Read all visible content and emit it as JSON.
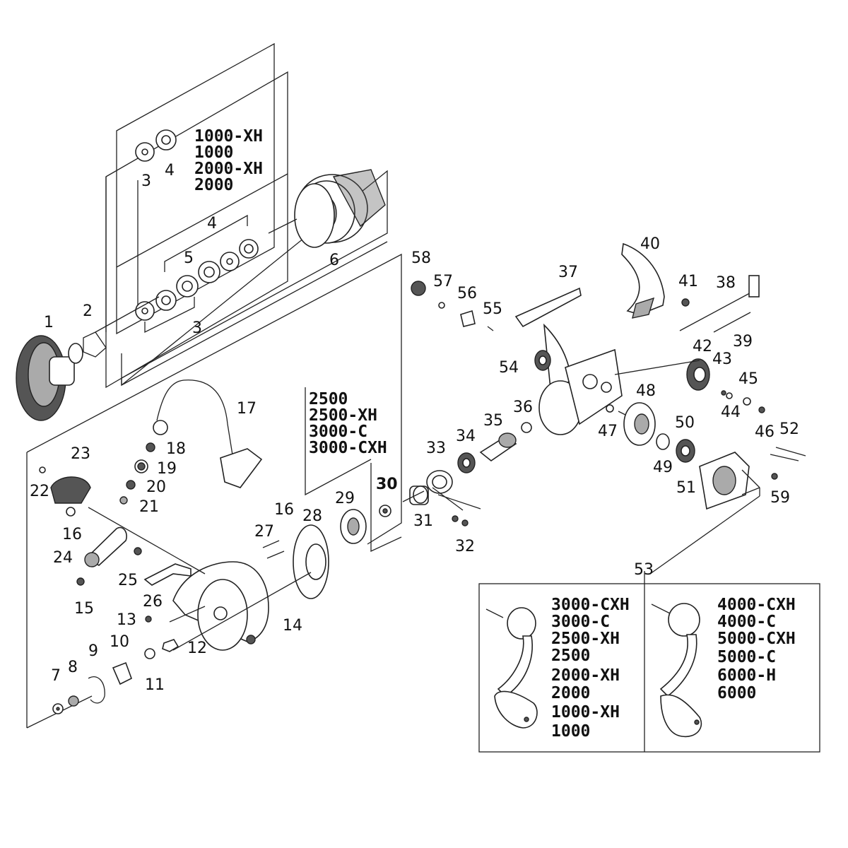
{
  "spool_upper_models": [
    "1000-XH",
    "1000",
    "2000-XH",
    "2000"
  ],
  "spool_lower_models": [
    "2500",
    "2500-XH",
    "3000-C",
    "3000-CXH"
  ],
  "handle_small_models": [
    "3000-CXH",
    "3000-C",
    "2500-XH",
    "2500",
    "2000-XH",
    "2000",
    "1000-XH",
    "1000"
  ],
  "handle_large_models": [
    "4000-CXH",
    "4000-C",
    "5000-CXH",
    "5000-C",
    "6000-H",
    "6000"
  ],
  "part_numbers": [
    "1",
    "2",
    "3",
    "3",
    "4",
    "4",
    "5",
    "6",
    "7",
    "8",
    "9",
    "10",
    "11",
    "12",
    "13",
    "14",
    "15",
    "16",
    "16",
    "17",
    "18",
    "19",
    "20",
    "21",
    "22",
    "23",
    "24",
    "25",
    "26",
    "27",
    "28",
    "29",
    "30",
    "31",
    "32",
    "33",
    "34",
    "35",
    "36",
    "37",
    "38",
    "39",
    "40",
    "41",
    "42",
    "43",
    "44",
    "45",
    "46",
    "47",
    "48",
    "49",
    "50",
    "51",
    "52",
    "53",
    "54",
    "55",
    "56",
    "57",
    "58",
    "59"
  ]
}
